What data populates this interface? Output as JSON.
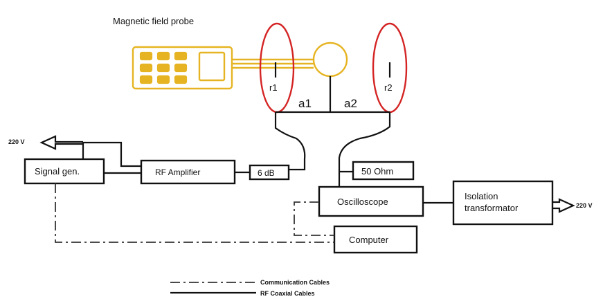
{
  "colors": {
    "probe": "#e6b422",
    "loop": "#d42424",
    "line": "#111111",
    "background": "#ffffff"
  },
  "labels": {
    "probe_title": "Magnetic field probe",
    "r1": "r1",
    "r2": "r2",
    "a1": "a1",
    "a2": "a2",
    "power_left": "220 V",
    "power_right": "220 V"
  },
  "blocks": {
    "signal_gen": "Signal gen.",
    "rf_amplifier": "RF Amplifier",
    "attenuator": "6 dB",
    "termination": "50 Ohm",
    "oscilloscope": "Oscilloscope",
    "isolation_line1": "Isolation",
    "isolation_line2": "transformator",
    "computer": "Computer"
  },
  "legend": {
    "communication": "Communication Cables",
    "rf_coaxial": "RF Coaxial Cables"
  }
}
